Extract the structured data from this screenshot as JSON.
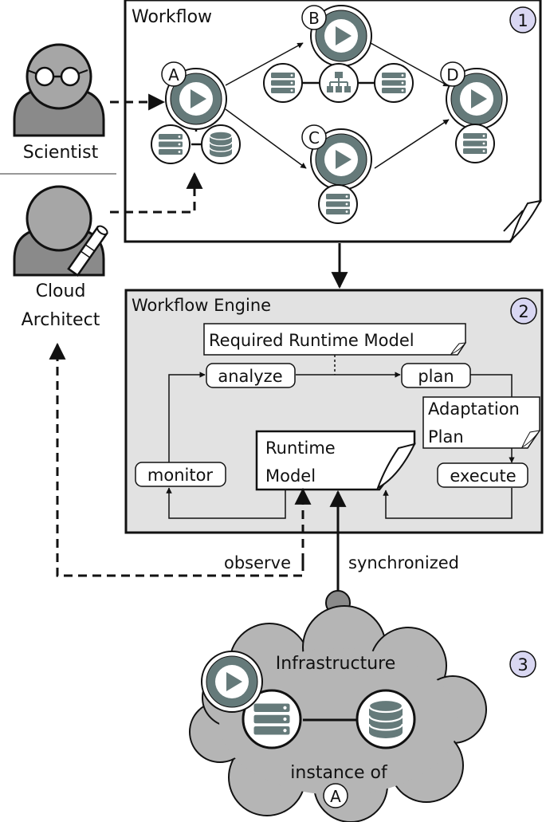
{
  "actors": {
    "scientist": "Scientist",
    "architect_line1": "Cloud",
    "architect_line2": "Architect"
  },
  "workflow": {
    "title": "Workflow",
    "number": "1",
    "nodes": {
      "a": "A",
      "b": "B",
      "c": "C",
      "d": "D"
    }
  },
  "engine": {
    "title": "Workflow Engine",
    "number": "2",
    "required_model": "Required Runtime Model",
    "analyze": "analyze",
    "plan": "plan",
    "adaptation_line1": "Adaptation",
    "adaptation_line2": "Plan",
    "monitor": "monitor",
    "execute": "execute",
    "runtime_line1": "Runtime",
    "runtime_line2": "Model"
  },
  "connections": {
    "observe": "observe",
    "synchronized": "synchronized"
  },
  "infrastructure": {
    "title": "Infrastructure",
    "number": "3",
    "instance_of": "instance of",
    "instance_node": "A"
  }
}
